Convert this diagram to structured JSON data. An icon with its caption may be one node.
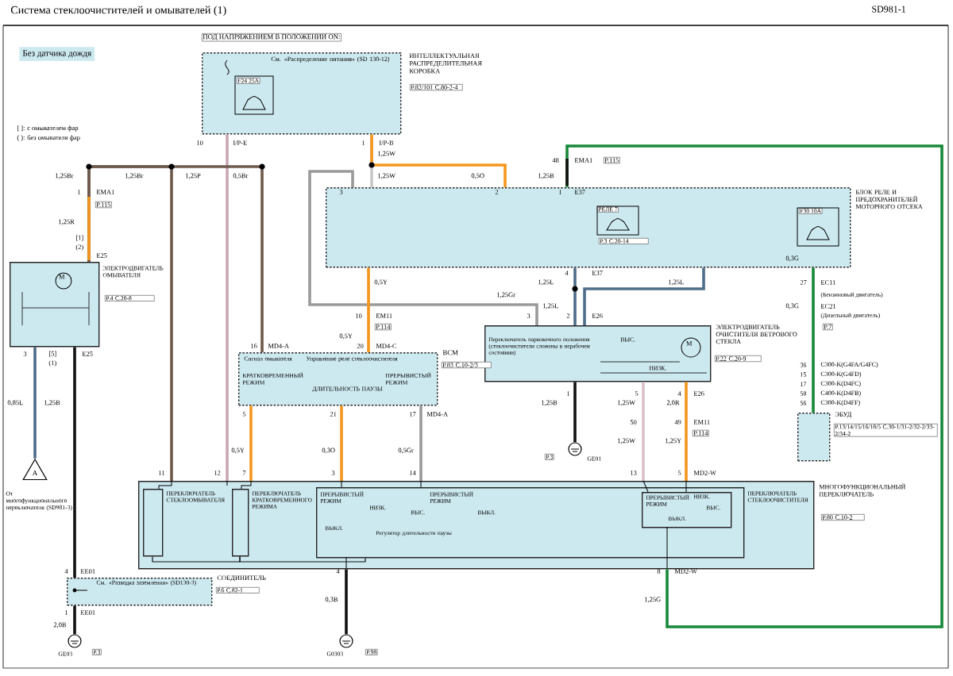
{
  "diagram": {
    "title": "Система стеклоочистителей и омывателей (1)",
    "nodes": [
      {
        "text": [
          "ПОД НАПРЯЖЕНИЕМ В ПОЛОЖЕНИИ ON:",
          "См. «Распределение питания» (SD 130-12)",
          "F24 25A"
        ],
        "beside": [
          "ИНТЕЛЛЕКТУАЛЬНАЯ РАСПРЕДЕЛИТЕЛЬНАЯ КОРОБКА",
          "P.82/101 C.80-2-4"
        ]
      },
      {
        "text": [
          "РЕЛЕ 7",
          "F30 10A",
          "P.3 C.20-14"
        ],
        "beside": [
          "БЛОК РЕЛЕ И ПРЕДОХРАНИТЕЛЕЙ МОТОРНОГО ОТСЕКА"
        ]
      },
      {
        "text": [
          "M",
          "ЭЛЕКТРОДВИГАТЕЛЬ ОМЫВАТЕЛЯ"
        ],
        "beside": [
          "P.4 C.20-8"
        ]
      },
      {
        "text": [
          "BCM",
          "Сигнал омывателя",
          "Управление реле стеклоочистителя",
          "КРАТКОВРЕМЕННЫЙ РЕЖИМ",
          "ДЛИТЕЛЬНОСТЬ ПАУЗЫ",
          "ПРЕРЫВИСТЫЙ РЕЖИМ"
        ],
        "beside": [
          "P.83 C.10-2/3"
        ]
      },
      {
        "text": [
          "ЭЛЕКТРОДВИГАТЕЛЬ ОЧИСТИТЕЛЯ ВЕТРОВОГО СТЕКЛА",
          "Переключатель парковочного положения (стеклоочистители сложены в нерабочем состоянии)",
          "ВЫС.",
          "НИЗК.",
          "M"
        ],
        "beside": [
          "P.22 C.20-9"
        ]
      },
      {
        "text": [
          "ЭБУД"
        ],
        "beside": [
          "P.13/14/15/16/18/5 C.30-1/31-2/32-2/33-2/34-2"
        ]
      },
      {
        "text": [
          "МНОГОФУНКЦИОНАЛЬНЫЙ ПЕРЕКЛЮЧАТЕЛЬ"
        ],
        "beside": [
          "P.80 C.10-2"
        ]
      },
      {
        "text": [
          "СОЕДИНИТЕЛЬ",
          "См. «Разводка заземления» (SD130-3)"
        ],
        "beside": [
          "P.6 C.82-1"
        ]
      },
      {
        "text": [
          "GE03"
        ],
        "beside": [
          "P.3"
        ]
      },
      {
        "text": [
          "G0303"
        ],
        "beside": [
          "P.98"
        ]
      },
      {
        "text": [
          "GE01"
        ],
        "beside": [
          "P.3"
        ]
      },
      {
        "text": [
          "A"
        ],
        "beside": [
          "От многофункционального переключателя (SD981-3)"
        ]
      },
      {
        "text": [
          "ПЕРЕКЛЮЧАТЕЛЬ СТЕКЛООМЫВАТЕЛЯ"
        ],
        "in": 6
      },
      {
        "text": [
          "ПЕРЕКЛЮЧАТЕЛЬ КРАТКОВРЕМЕННОГО РЕЖИМА"
        ],
        "in": 6
      },
      {
        "text": [
          "ПРЕРЫВИСТЫЙ РЕЖИМ",
          "ПРЕРЫВИСТЫЙ РЕЖИМ",
          "ПЕРЕКЛЮЧАТЕЛЬ СТЕКЛООЧИСТИТЕЛЯ",
          "НИЗК.",
          "ВЫС.",
          "ВЫКЛ.",
          "ВЫКЛ.",
          "Регулятор длительности паузы"
        ],
        "in": 6
      },
      {
        "text": [
          "ПРЕРЫВИСТЫЙ РЕЖИМ",
          "НИЗК.",
          "ВЫС.",
          "ВЫКЛ."
        ],
        "in": 14
      }
    ],
    "edges": [
      {
        "from": 0,
        "to": 6,
        "arrow": "none",
        "color": "#c9a7b4"
      },
      {
        "from": 6,
        "to": 2,
        "arrow": "none",
        "color": "#6e5a4c"
      },
      {
        "from": 3,
        "to": 2,
        "arrow": "none",
        "color": "#6e5a4c"
      },
      {
        "from": 0,
        "to": 1,
        "arrow": "none",
        "color": "#c8c8c8"
      },
      {
        "from": 0,
        "to": 1,
        "arrow": "none",
        "color": "#f4961e"
      },
      {
        "from": 4,
        "to": 1,
        "arrow": "none",
        "color": "#9a9a9a"
      },
      {
        "from": 1,
        "to": 3,
        "arrow": "none",
        "color": "#f4961e"
      },
      {
        "from": 1,
        "to": 4,
        "arrow": "none",
        "color": "#4f6e8a"
      },
      {
        "from": 1,
        "to": 4,
        "arrow": "none",
        "color": "#4f6e8a"
      },
      {
        "from": 1,
        "to": 5,
        "arrow": "none",
        "color": "#17893a"
      },
      {
        "from": 4,
        "to": 10,
        "arrow": "none",
        "color": "#111111"
      },
      {
        "from": 4,
        "to": 6,
        "arrow": "none",
        "color": "#d9c1cc"
      },
      {
        "from": 4,
        "to": 6,
        "arrow": "none",
        "color": "#f4961e"
      },
      {
        "from": 6,
        "to": 1,
        "arrow": "none",
        "color": "#17893a"
      },
      {
        "from": 3,
        "to": 6,
        "arrow": "none",
        "color": "#f4961e"
      },
      {
        "from": 3,
        "to": 6,
        "arrow": "none",
        "color": "#f4961e"
      },
      {
        "from": 3,
        "to": 6,
        "arrow": "none",
        "color": "#9a9a9a"
      },
      {
        "from": 2,
        "to": 11,
        "arrow": "none",
        "color": "#4f6e8a"
      },
      {
        "from": 2,
        "to": 7,
        "arrow": "none",
        "color": "#111111"
      },
      {
        "from": 6,
        "to": 9,
        "arrow": "none",
        "color": "#111111"
      },
      {
        "from": 7,
        "to": 8,
        "arrow": "none",
        "color": "#111111"
      },
      {
        "from": 12,
        "to": 13,
        "arrow": "none",
        "color": "#111111"
      },
      {
        "from": 13,
        "to": 14,
        "arrow": "none",
        "color": "#111111"
      }
    ],
    "labels": [
      "SD981-1",
      "Без датчика дождя",
      "[ ]: с омывателем фар",
      "( ): без омывателя фар",
      "10",
      "I/P-E",
      "1",
      "I/P-B",
      "1,25W",
      "48",
      "EMA1",
      "P.115",
      "1,25Br",
      "1,25Br",
      "1,25P",
      "0,5Br",
      "1,25W",
      "0,5O",
      "1,25B",
      "1",
      "EMA1",
      "3",
      "2",
      "1",
      "E37",
      "P.115",
      "1,25R",
      "[1]",
      "(2)",
      "E25",
      "0,3G",
      "4",
      "E37",
      "0,5Y",
      "1,25L",
      "1,25L",
      "27",
      "EC11",
      "1,25Gr",
      "(Бензиновый двигатель)",
      "1,25L",
      "0,3G",
      "EC21",
      "10",
      "EM11",
      "3",
      "2",
      "E26",
      "(Дизельный двигатель)",
      "P.114",
      "P.7",
      "0,5Y",
      "16",
      "MD4-A",
      "20",
      "MD4-C",
      "3",
      "[5]",
      "E25",
      "(1)",
      "36",
      "C300-K(G4FA/G4FC)",
      "15",
      "C300-K(G4FD)",
      "17",
      "C300-K(D4FC)",
      "1",
      "5",
      "4",
      "E26",
      "58",
      "C400-K(D4FB)",
      "0,85L",
      "1,25B",
      "1,25B",
      "1,25W",
      "2,0R",
      "56",
      "C300-K(D4FF)",
      "5",
      "21",
      "17",
      "MD4-A",
      "50",
      "49",
      "EM11",
      "P.114",
      "1,25W",
      "1,25Y",
      "0,5Y",
      "0,3O",
      "0,5Gr",
      "11",
      "12",
      "7",
      "3",
      "14",
      "13",
      "5",
      "MD2-W",
      "4",
      "EE01",
      "4",
      "8",
      "MD2-W",
      "0,3B",
      "1,25G",
      "1",
      "EE01",
      "2,0B"
    ]
  }
}
